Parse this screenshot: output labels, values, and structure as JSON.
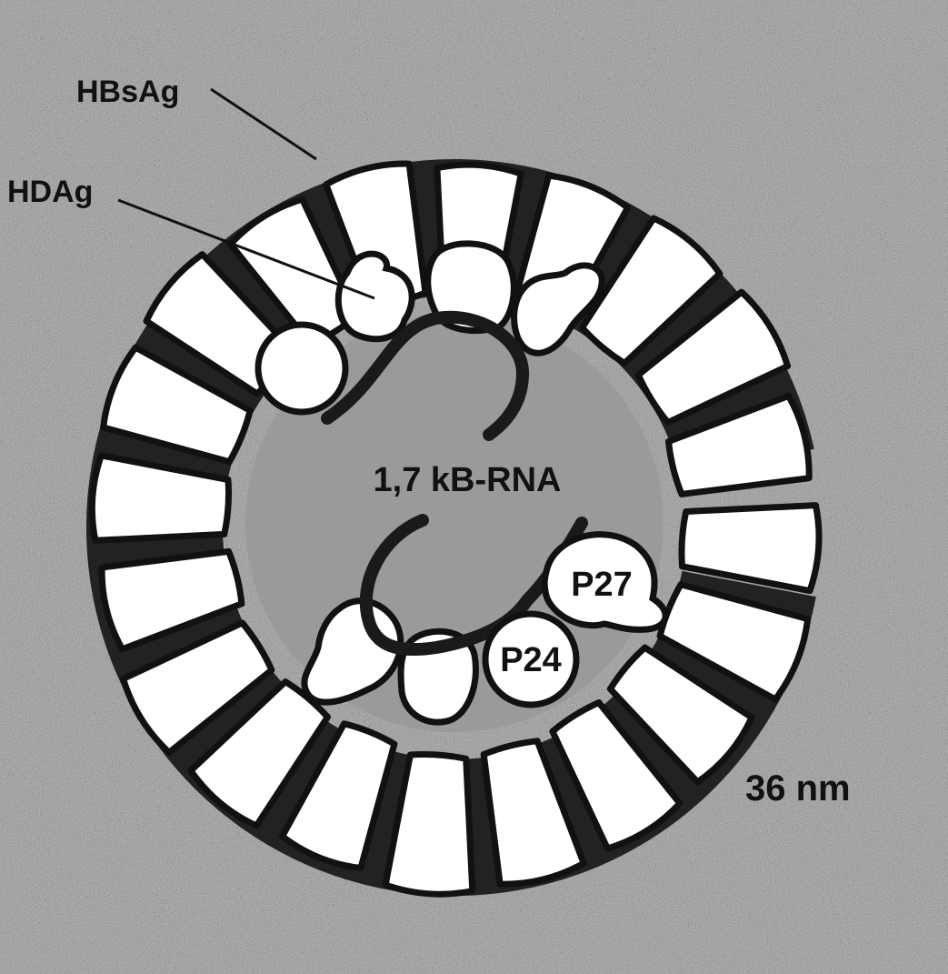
{
  "labels": {
    "hbsag": "HBsAg",
    "hdag": "HDAg",
    "rna": "1,7 kB-RNA",
    "p27": "P27",
    "p24": "P24",
    "scale": "36 nm"
  },
  "colors": {
    "background": "#8f8f8f",
    "subunit_fill": "#ffffff",
    "outline": "#111111"
  },
  "envelope": {
    "subunit_count": 20
  }
}
